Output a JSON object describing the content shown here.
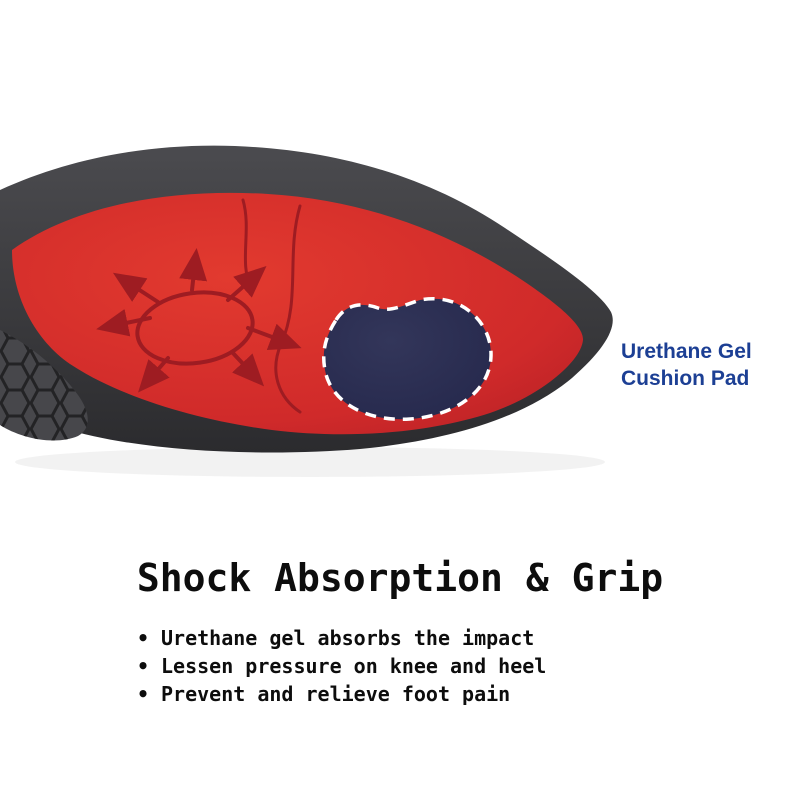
{
  "illustration": {
    "description": "insole heel with urethane gel cushion pad",
    "colors": {
      "base_grey": "#3a3a3d",
      "base_grey_light": "#4b4b4f",
      "red_top": "#d6342c",
      "red_accent_dark": "#9e1c22",
      "gel_pad_navy": "#2b2e4e",
      "dashed_outline": "#ffffff"
    }
  },
  "callout": {
    "line1": "Urethane Gel",
    "line2": "Cushion Pad",
    "text_color": "#1c3f94"
  },
  "heading": "Shock Absorption & Grip",
  "bullets": [
    "Urethane gel absorbs the impact",
    "Lessen pressure on knee and heel",
    "Prevent and relieve foot pain"
  ]
}
